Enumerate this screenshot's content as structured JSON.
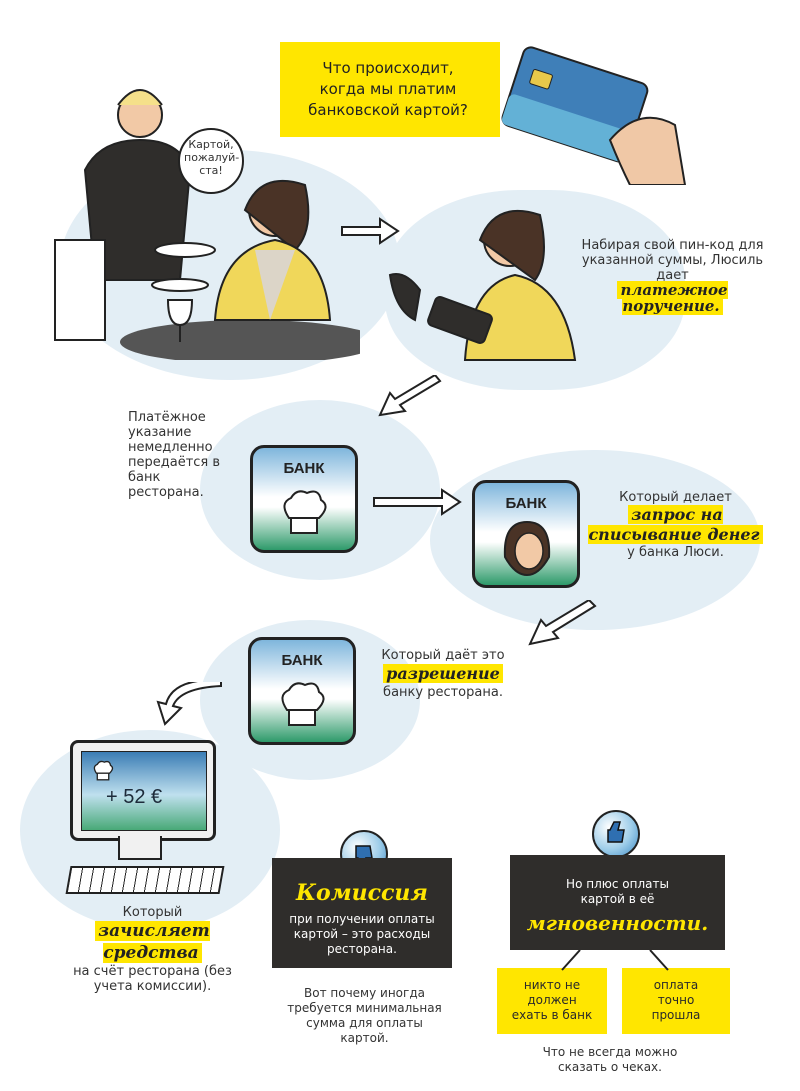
{
  "intro": {
    "question": "Что происходит, когда мы платим банковской картой?"
  },
  "scene1": {
    "waiter_speech": "Картой, пожалуй-ста!"
  },
  "scene2": {
    "caption_pre": "Набирая свой пин-код для указанной суммы, Люсиль дает",
    "caption_highlight": "платежное поручение."
  },
  "step1": {
    "caption": "Платёжное указание немедленно передаётся в банк ресторана.",
    "bank_label": "БАНК"
  },
  "step2": {
    "bank_label": "БАНК",
    "caption_pre": "Который делает",
    "caption_highlight": "запрос на списывание денег",
    "caption_post": "у банка Люси."
  },
  "step3": {
    "bank_label": "БАНК",
    "caption_pre": "Который даёт это",
    "caption_highlight": "разрешение",
    "caption_post": "банку ресторана."
  },
  "computer": {
    "amount": "+ 52 €",
    "caption_pre": "Который",
    "caption_highlight": "зачисляет средства",
    "caption_post": "на счёт ресторана (без учета комиссии)."
  },
  "commission": {
    "title": "Комиссия",
    "text": "при получении оплаты картой – это расходы ресторана.",
    "note": "Вот почему иногда требуется минимальная сумма для оплаты картой."
  },
  "plus": {
    "text": "Но плюс оплаты картой в её",
    "highlight": "мгновенности.",
    "box1": "никто не должен ехать в банк",
    "box2": "оплата точно прошла",
    "note": "Что не всегда можно сказать о чеках."
  },
  "colors": {
    "accent_yellow": "#ffe600",
    "dark_box": "#2f2d2b",
    "blob_blue": "#e3eef5"
  }
}
